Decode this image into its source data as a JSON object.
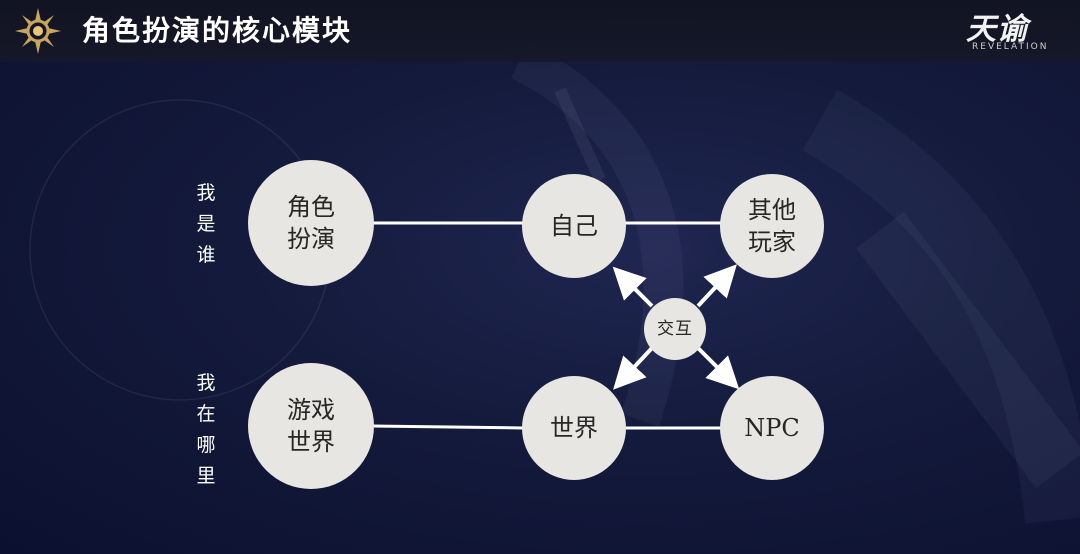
{
  "header": {
    "title": "角色扮演的核心模块",
    "logo_text": "天谕",
    "logo_sub": "REVELATION"
  },
  "side_labels": {
    "top": "我\n是\n谁",
    "bottom": "我\n在\n哪\n里"
  },
  "nodes": {
    "role_play": "角色\n扮演",
    "self": "自己",
    "other_players": "其他\n玩家",
    "interaction": "交互",
    "game_world": "游戏\n世界",
    "world": "世界",
    "npc": "NPC"
  },
  "colors": {
    "background": "#141a3b",
    "node_fill": "#e7e6e3",
    "line": "#ffffff"
  }
}
